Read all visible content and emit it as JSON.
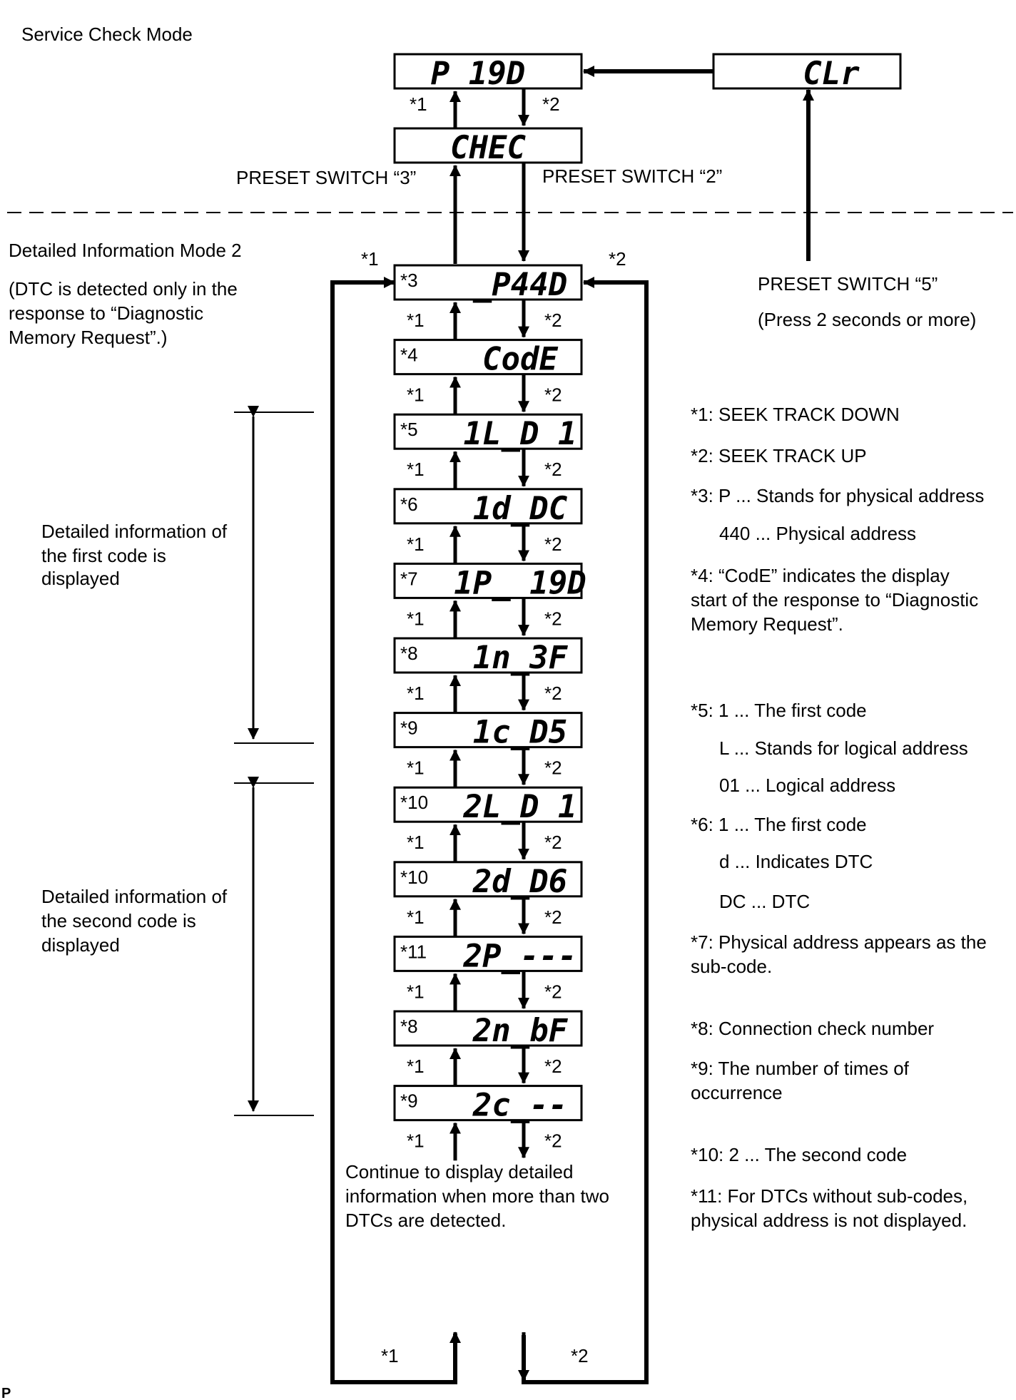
{
  "service_mode": {
    "title": "Service Check Mode",
    "display_p190": "P 19D",
    "display_chec": "CHEC",
    "display_clr": "CLr",
    "preset3": "PRESET SWITCH “3”",
    "preset2": "PRESET SWITCH “2”",
    "preset5": "PRESET SWITCH “5”",
    "press_note": "(Press 2 seconds or more)"
  },
  "detail_mode": {
    "title": "Detailed Information Mode 2",
    "note_lines": [
      "(DTC is detected only in the",
      "response to “Diagnostic",
      "Memory Request”.)"
    ],
    "first_code_lines": [
      "Detailed information of",
      "the first code is",
      "displayed"
    ],
    "second_code_lines": [
      "Detailed information of",
      "the second code is",
      "displayed"
    ],
    "continue_lines": [
      "Continue to display detailed",
      "information when more than two",
      "DTCs are detected."
    ]
  },
  "displays": [
    {
      "tag": "*3",
      "text": "_P44D"
    },
    {
      "tag": "*4",
      "text": "CodE"
    },
    {
      "tag": "*5",
      "text": "1L_D 1"
    },
    {
      "tag": "*6",
      "text": "1d_DC"
    },
    {
      "tag": "*7",
      "text": "1P_ 19D"
    },
    {
      "tag": "*8",
      "text": "1n_3F"
    },
    {
      "tag": "*9",
      "text": "1c_D5"
    },
    {
      "tag": "*10",
      "text": "2L_D 1"
    },
    {
      "tag": "*10",
      "text": "2d_D6"
    },
    {
      "tag": "*11",
      "text": "2P_---"
    },
    {
      "tag": "*8",
      "text": "2n_bF"
    },
    {
      "tag": "*9",
      "text": "2c_--"
    }
  ],
  "arrow_labels": {
    "down": "*1",
    "up": "*2"
  },
  "legend": [
    [
      "*1: SEEK TRACK DOWN"
    ],
    [
      "*2: SEEK TRACK UP"
    ],
    [
      "*3: P ... Stands for physical address"
    ],
    [
      "440 ... Physical address"
    ],
    [
      "*4: “CodE” indicates the display",
      "start of the response to “Diagnostic",
      "Memory Request”."
    ],
    [
      "*5: 1 ... The first code"
    ],
    [
      "L ... Stands for logical address"
    ],
    [
      "01 ... Logical address"
    ],
    [
      "*6: 1 ... The first code"
    ],
    [
      "d ... Indicates DTC"
    ],
    [
      "DC ... DTC"
    ],
    [
      "*7: Physical address appears as the",
      "sub-code."
    ],
    [
      "*8: Connection check number"
    ],
    [
      "*9: The number of times of",
      "occurrence"
    ],
    [
      "*10: 2 ... The second code"
    ],
    [
      "*11: For DTCs without sub-codes,",
      "physical address is not displayed."
    ]
  ],
  "corner_mark": "P"
}
